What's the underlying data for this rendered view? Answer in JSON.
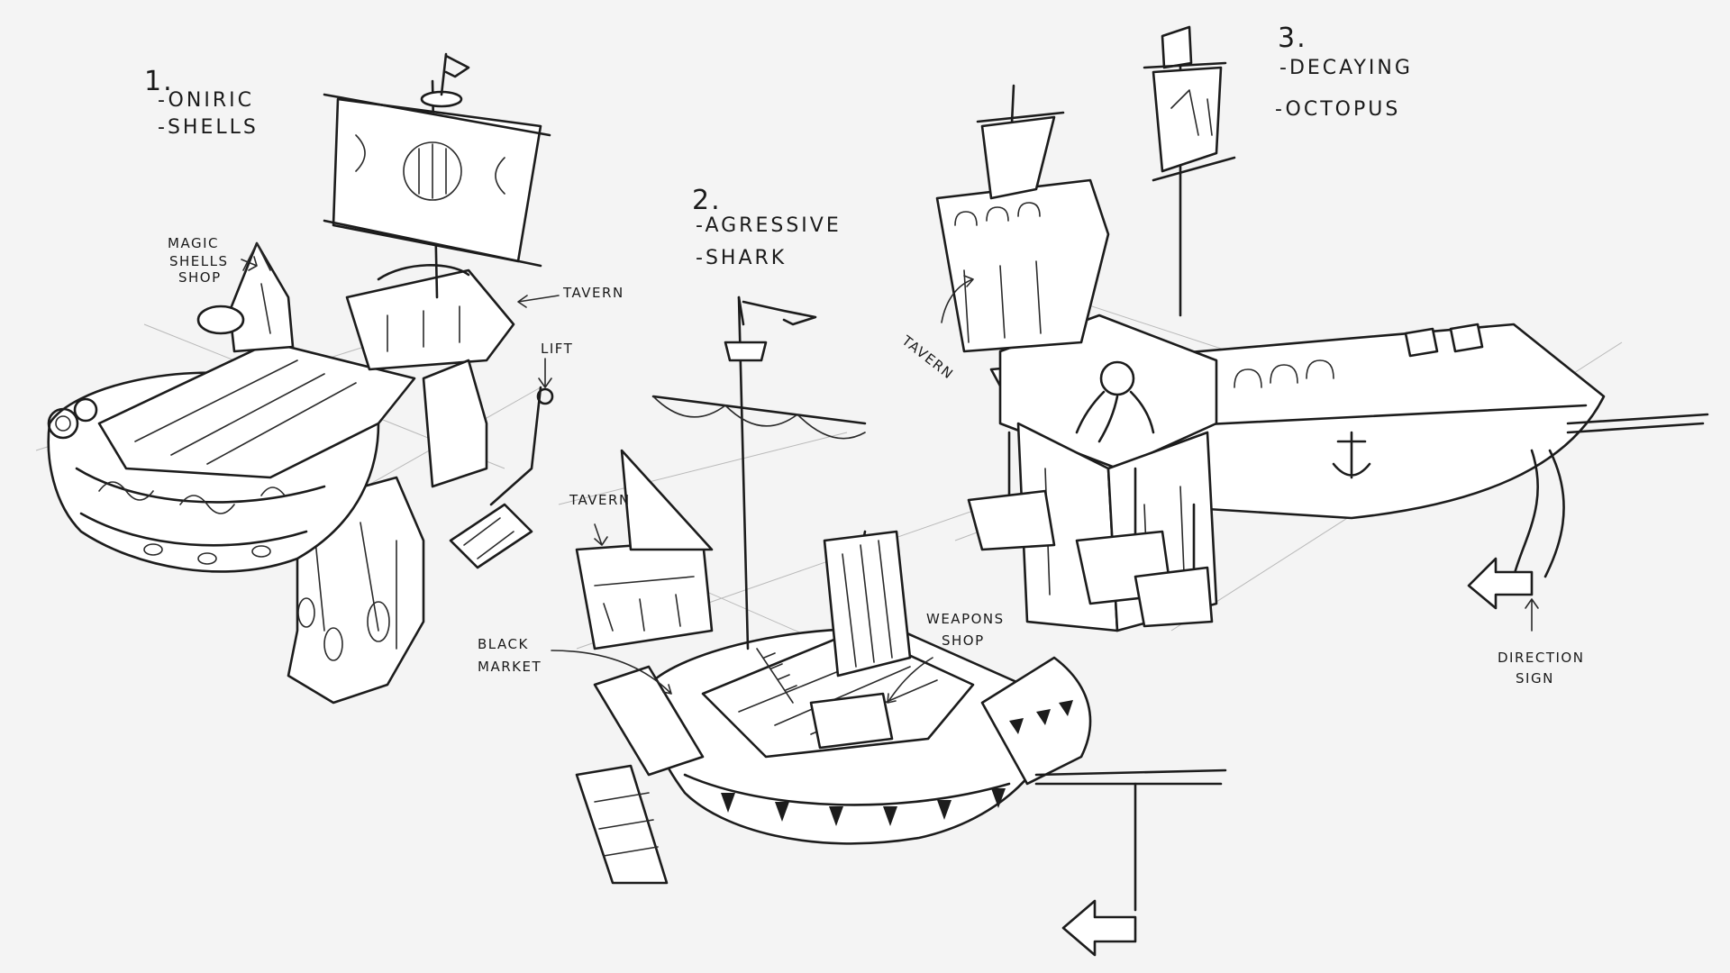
{
  "concepts": [
    {
      "number": "1.",
      "traits": [
        "-ONIRIC",
        "-SHELLS"
      ],
      "callouts": {
        "magic_shells_shop": [
          "MAGIC",
          "SHELLS",
          "SHOP"
        ],
        "tavern": "TAVERN",
        "lift": "LIFT"
      }
    },
    {
      "number": "2.",
      "traits": [
        "-AGRESSIVE",
        "-SHARK"
      ],
      "callouts": {
        "tavern": "TAVERN",
        "black_market": [
          "BLACK",
          "MARKET"
        ],
        "weapons_shop": [
          "WEAPONS",
          "SHOP"
        ]
      }
    },
    {
      "number": "3.",
      "traits": [
        "-DECAYING",
        "-OCTOPUS"
      ],
      "callouts": {
        "tavern": "TAVERN",
        "direction_sign": [
          "DIRECTION",
          "SIGN"
        ]
      }
    }
  ],
  "colors": {
    "paper": "#f4f4f4",
    "ink": "#1c1c1c",
    "guide": "#b9b9b9"
  }
}
